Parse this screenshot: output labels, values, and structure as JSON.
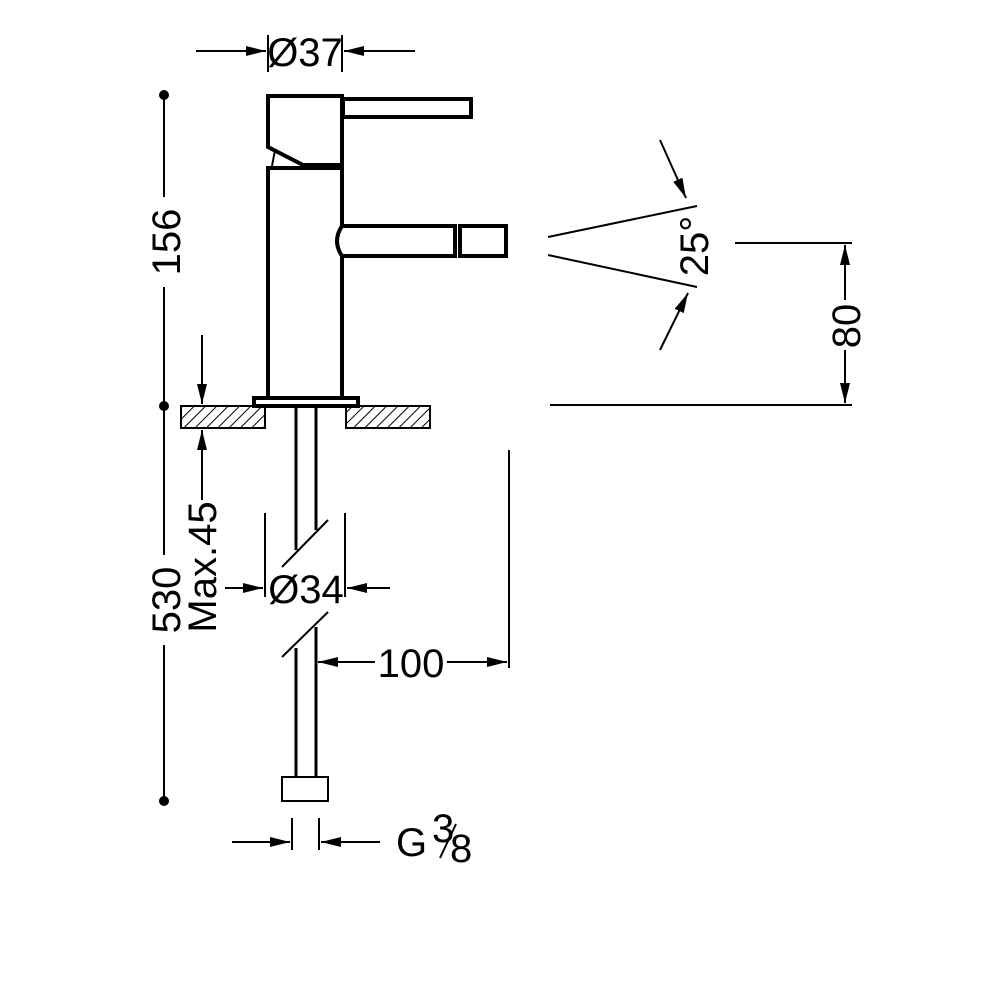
{
  "title": "Bidet mixer dimensional drawing",
  "dimensions": {
    "body_diameter": "Ø37",
    "total_height": "156",
    "spray_angle": "25°",
    "spout_height": "80",
    "max_counter_thickness": "Max.45",
    "hose_length": "530",
    "hole_diameter": "Ø34",
    "hose_offset": "100",
    "thread_prefix": "G",
    "thread_numerator": "3",
    "thread_denominator": "8"
  },
  "colors": {
    "line": "#000000",
    "background": "#ffffff"
  }
}
